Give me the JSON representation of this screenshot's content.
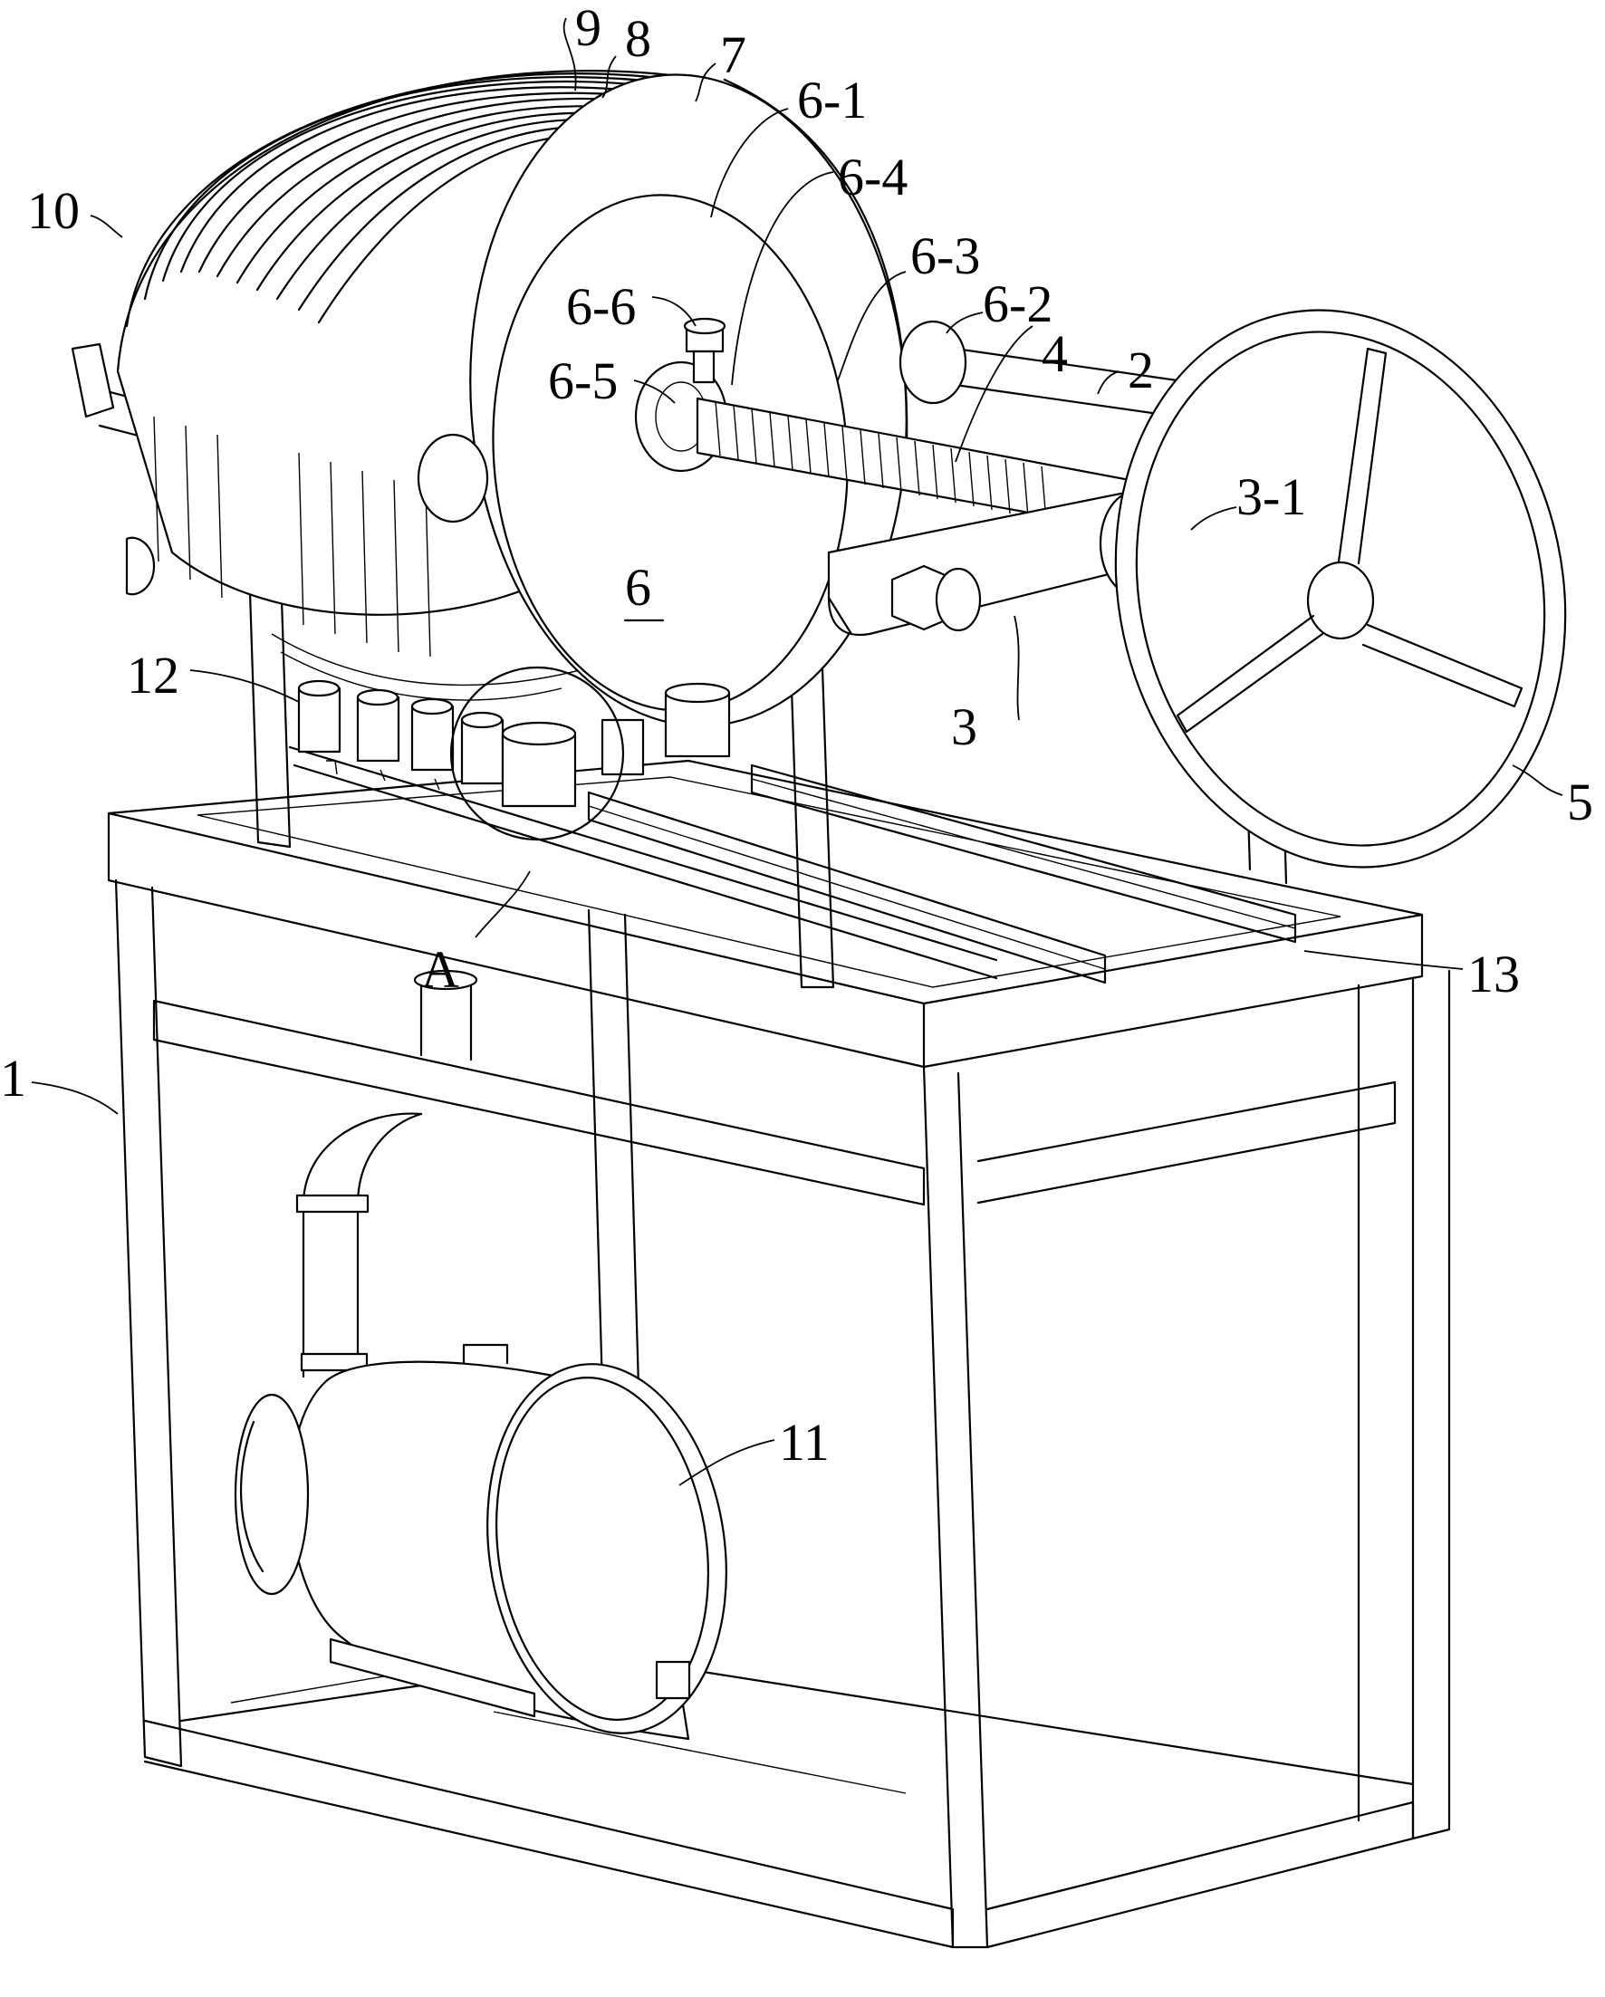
{
  "labels": {
    "l9": "9",
    "l8": "8",
    "l7": "7",
    "l6_1": "6-1",
    "l6_4": "6-4",
    "l6_3": "6-3",
    "l6_2": "6-2",
    "l6_6": "6-6",
    "l6_5": "6-5",
    "l4": "4",
    "l2": "2",
    "l10": "10",
    "l3_1": "3-1",
    "l6": "6",
    "l12": "12",
    "l3": "3",
    "l5": "5",
    "lA": "A",
    "l13": "13",
    "l1": "1",
    "l11": "11"
  },
  "parts": [
    "frame-base",
    "filter-plate-stack",
    "thrust-plate",
    "screw-rod",
    "handwheel",
    "cross-beam",
    "side-rails",
    "valves",
    "guide-rails",
    "pump-motor",
    "pipe"
  ]
}
